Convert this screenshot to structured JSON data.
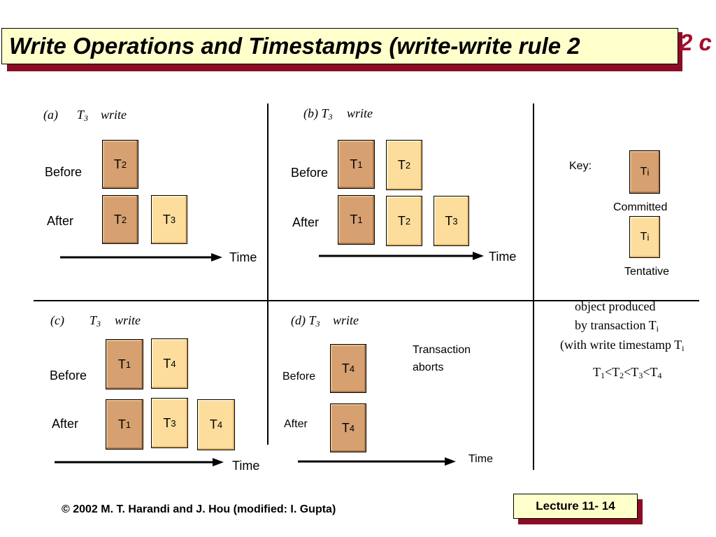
{
  "title": {
    "text": "Write Operations and Timestamps (write-write rule 2",
    "overflow": "2 c"
  },
  "panels": {
    "a": {
      "label": "(a)",
      "txn": "T",
      "txn_sub": "3",
      "op": "write",
      "before_label": "Before",
      "after_label": "After",
      "time_label": "Time",
      "before": [
        {
          "t": "T",
          "sub": "2",
          "state": "committed"
        }
      ],
      "after": [
        {
          "t": "T",
          "sub": "2",
          "state": "committed"
        },
        {
          "t": "T",
          "sub": "3",
          "state": "tentative"
        }
      ]
    },
    "b": {
      "label": "(b) T",
      "txn_sub": "3",
      "op": "write",
      "before_label": "Before",
      "after_label": "After",
      "time_label": "Time",
      "before": [
        {
          "t": "T",
          "sub": "1",
          "state": "committed"
        },
        {
          "t": "T",
          "sub": "2",
          "state": "tentative"
        }
      ],
      "after": [
        {
          "t": "T",
          "sub": "1",
          "state": "committed"
        },
        {
          "t": "T",
          "sub": "2",
          "state": "tentative"
        },
        {
          "t": "T",
          "sub": "3",
          "state": "tentative"
        }
      ]
    },
    "c": {
      "label": "(c)",
      "txn": "T",
      "txn_sub": "3",
      "op": "write",
      "before_label": "Before",
      "after_label": "After",
      "time_label": "Time",
      "before": [
        {
          "t": "T",
          "sub": "1",
          "state": "committed"
        },
        {
          "t": "T",
          "sub": "4",
          "state": "tentative"
        }
      ],
      "after": [
        {
          "t": "T",
          "sub": "1",
          "state": "committed"
        },
        {
          "t": "T",
          "sub": "3",
          "state": "tentative"
        },
        {
          "t": "T",
          "sub": "4",
          "state": "tentative"
        }
      ]
    },
    "d": {
      "label": "(d) T",
      "txn_sub": "3",
      "op": "write",
      "before_label": "Before",
      "after_label": "After",
      "time_label": "Time",
      "note_line1": "Transaction",
      "note_line2": "aborts",
      "before": [
        {
          "t": "T",
          "sub": "4",
          "state": "committed"
        }
      ],
      "after": [
        {
          "t": "T",
          "sub": "4",
          "state": "committed"
        }
      ]
    }
  },
  "key": {
    "label": "Key:",
    "committed_label": "Committed",
    "tentative_label": "Tentative",
    "box_t": "T",
    "box_sub": "i",
    "desc_line1": "object produced",
    "desc_line2": "by transaction T",
    "desc_line2_sub": "i",
    "desc_line3": "(with write timestamp T",
    "desc_line3_sub": "i",
    "order": [
      "T",
      "1",
      "<T",
      "2",
      "<T",
      "3",
      "<T",
      "4"
    ]
  },
  "footer": {
    "copyright": "© 2002 M. T. Harandi and J. Hou (modified: I. Gupta)",
    "lecture": "Lecture 11- 14"
  },
  "colors": {
    "committed": "#d6a070",
    "tentative": "#fcdd9c",
    "title_bg": "#ffffcc",
    "title_shadow": "#8b0d24"
  }
}
